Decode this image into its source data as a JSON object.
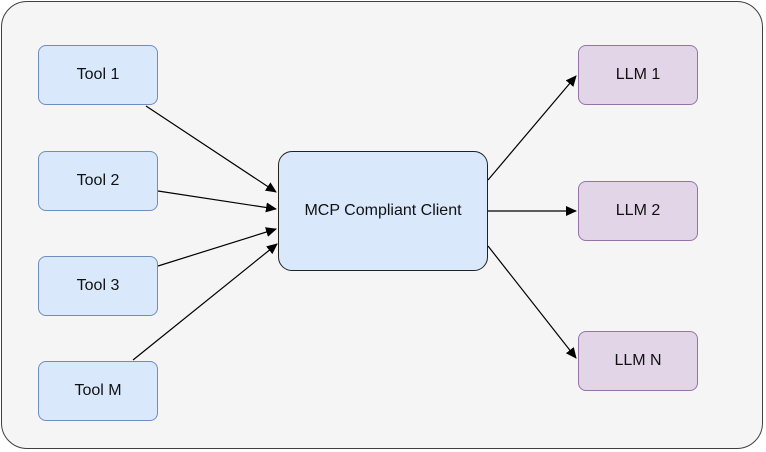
{
  "diagram": {
    "client": {
      "label": "MCP Compliant Client"
    },
    "tools": [
      {
        "label": "Tool 1"
      },
      {
        "label": "Tool 2"
      },
      {
        "label": "Tool 3"
      },
      {
        "label": "Tool M"
      }
    ],
    "llms": [
      {
        "label": "LLM 1"
      },
      {
        "label": "LLM 2"
      },
      {
        "label": "LLM N"
      }
    ],
    "colors": {
      "tool_fill": "#dae8fc",
      "tool_stroke": "#6c8ebf",
      "llm_fill": "#e1d5e7",
      "llm_stroke": "#9673a6",
      "panel_fill": "#f5f5f5",
      "edge": "#000000"
    }
  }
}
